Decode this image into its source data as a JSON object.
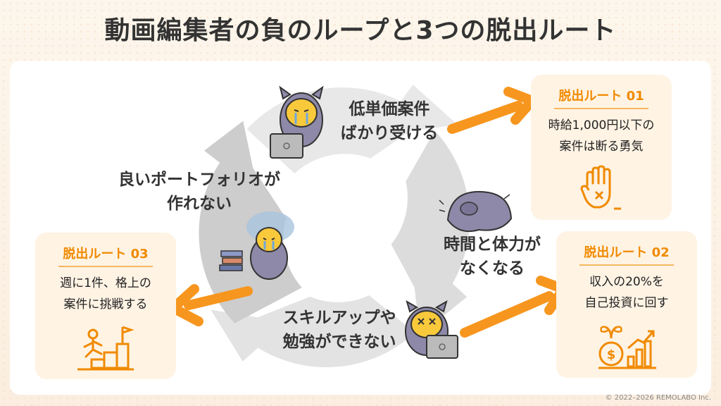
{
  "title": "動画編集者の負のループと3つの脱出ルート",
  "loop": {
    "segment_top": [
      "低単価案件",
      "ばかり受ける"
    ],
    "segment_right": [
      "時間と体力が",
      "なくなる"
    ],
    "segment_bottom": [
      "スキルアップや",
      "勉強ができない"
    ],
    "segment_left": [
      "良いポートフォリオが",
      "作れない"
    ]
  },
  "routes": [
    {
      "title": "脱出ルート 01",
      "lines": [
        "時給1,000円以下の",
        "案件は断る勇気"
      ],
      "icon": "stop-hand-icon"
    },
    {
      "title": "脱出ルート 02",
      "lines": [
        "収入の20%を",
        "自己投資に回す"
      ],
      "icon": "investment-growth-icon"
    },
    {
      "title": "脱出ルート 03",
      "lines": [
        "週に1件、格上の",
        "案件に挑戦する"
      ],
      "icon": "climbing-steps-icon"
    }
  ],
  "colors": {
    "accent": "#f08a00",
    "arrow": "#f7961e",
    "ring_light": "#e8e8e8",
    "ring_dark": "#cdcdcd",
    "card_bg": "#fff3e4",
    "character": "#8e89a8",
    "face": "#f9c93c"
  },
  "copyright": "© 2022–2026 REMOLABO Inc."
}
